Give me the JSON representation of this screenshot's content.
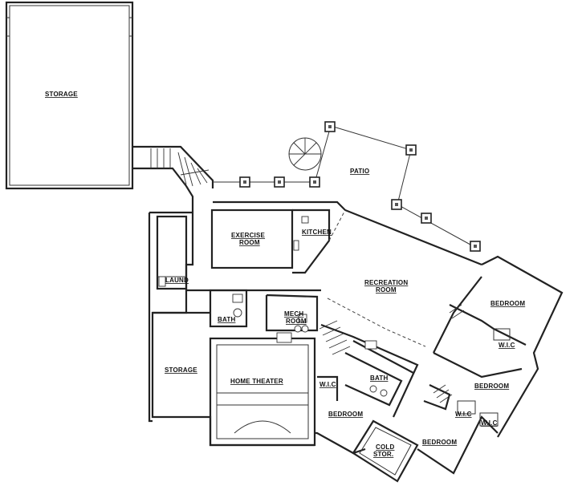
{
  "rooms": {
    "storage_top": "STORAGE",
    "patio": "PATIO",
    "exercise_1": "EXERCISE",
    "exercise_2": "ROOM",
    "kitchen": "KITCHEN",
    "recreation_1": "RECREATION",
    "recreation_2": "ROOM",
    "laund": "LAUND",
    "mech_1": "MECH",
    "mech_2": "ROOM",
    "bath_left": "BATH",
    "storage_left": "STORAGE",
    "home_theater": "HOME THEATER",
    "bath_mid": "BATH",
    "wic_left": "W.I.C",
    "bedroom_left": "BEDROOM",
    "cold_1": "COLD",
    "cold_2": "STOR.",
    "bedroom_bottom": "BEDROOM",
    "wic_mid": "W.I.C",
    "wic_right": "W.I.C",
    "bedroom_mid": "BEDROOM",
    "bedroom_top": "BEDROOM",
    "wic_top": "W.I.C"
  }
}
